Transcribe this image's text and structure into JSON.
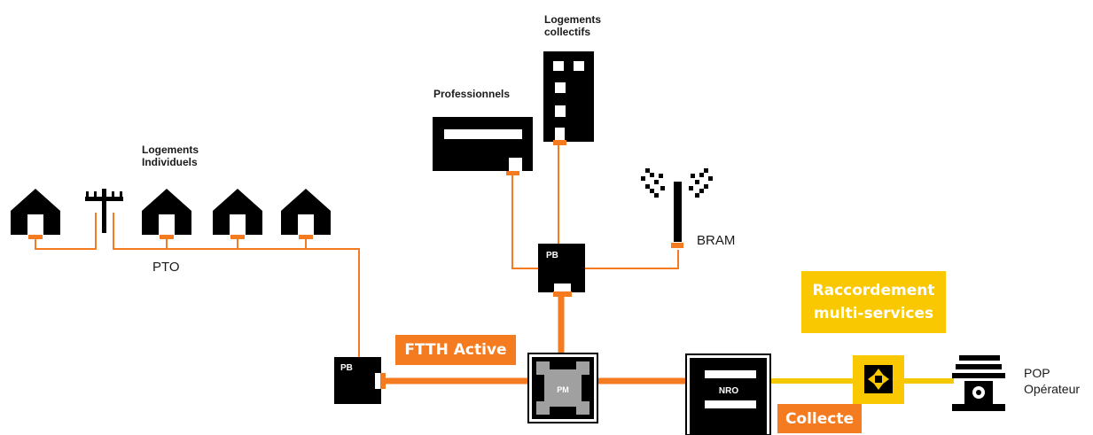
{
  "labels": {
    "logements_individuels": "Logements\nIndividuels",
    "logements_collectifs": "Logements\ncollectifs",
    "professionnels": "Professionnels",
    "pto": "PTO",
    "bram": "BRAM",
    "pop_operateur": "POP\nOpérateur",
    "pb_top": "PB",
    "pb_left": "PB",
    "pm": "PM",
    "nro": "NRO"
  },
  "badges": {
    "ftth_active": "FTTH Active",
    "collecte": "Collecte",
    "raccordement": "Raccordement\nmulti-services"
  },
  "colors": {
    "fiber": "#f47b20",
    "collecte_line": "#f5c800",
    "raccordement_bg": "#f9c800",
    "device": "#000000",
    "pm_fill": "#a0a0a0"
  }
}
